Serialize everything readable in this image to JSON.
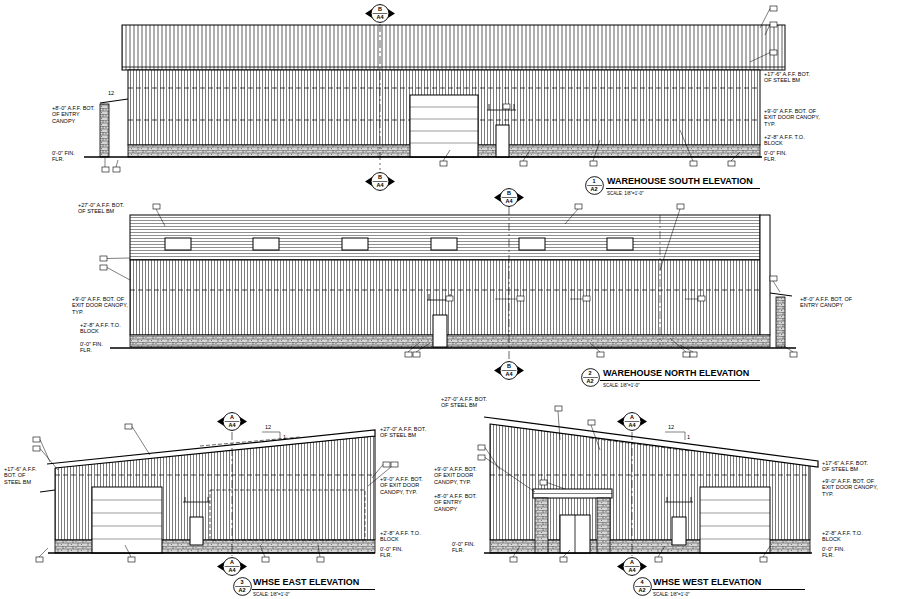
{
  "diagram": {
    "nodes": [
      {
        "text": [
          "B",
          "A4"
        ]
      },
      {
        "text": [
          "B",
          "A4"
        ]
      },
      {
        "text": [
          "1",
          "A2"
        ]
      },
      {
        "text": [
          "B",
          "A4"
        ]
      },
      {
        "text": [
          "B",
          "A4"
        ]
      },
      {
        "text": [
          "2",
          "A2"
        ]
      },
      {
        "text": [
          "A",
          "A4"
        ]
      },
      {
        "text": [
          "A",
          "A4"
        ]
      },
      {
        "text": [
          "A",
          "A4"
        ]
      },
      {
        "text": [
          "3",
          "A2"
        ]
      },
      {
        "text": [
          "A",
          "A4"
        ]
      },
      {
        "text": [
          "4",
          "A2"
        ]
      }
    ],
    "edges": [],
    "labels": [
      "12",
      "+8'-0\" A.F.F. BOT. OF ENTRY CANOPY",
      "0'-0\" FIN. FLR.",
      "+17'-6\" A.F.F. BOT. OF STEEL BM",
      "+9'-0\" A.F.F. BOT. OF EXIT DOOR CANOPY, TYP.",
      "+2'-8\" A.F.F. T.O. BLOCK",
      "0'-0\" FIN. FLR.",
      "WAREHOUSE SOUTH ELEVATION",
      "SCALE: 1/8\"=1'-0\"",
      "+27'-0\" A.F.F. BOT. OF STEEL BM",
      "+9'-0\" A.F.F. BOT. OF EXIT DOOR CANOPY, TYP.",
      "+2'-8\" A.F.F. T.O. BLOCK",
      "0'-0\" FIN. FLR.",
      "+8'-0\" A.F.F. BOT. OF ENTRY CANOPY",
      "WAREHOUSE NORTH ELEVATION",
      "SCALE: 1/8\"=1'-0\"",
      "+17'-6\" A.F.F. BOT. OF STEEL BM",
      "12",
      "1",
      "+27'-0\" A.F.F. BOT. OF STEEL BM",
      "+9'-0\" A.F.F. BOT. OF EXIT DOOR CANOPY, TYP.",
      "+2'-8\" A.F.F. T.O. BLOCK",
      "0'-0\" FIN. FLR.",
      "WHSE EAST ELEVATION",
      "SCALE: 1/8\"=1'-0\"",
      "+27'-0\" A.F.F. BOT. OF STEEL BM",
      "12",
      "1",
      "+9'-0\" A.F.F. BOT. OF EXIT DOOR CANOPY, TYP.",
      "+8'-0\" A.F.F. BOT. OF ENTRY CANOPY",
      "0'-0\" FIN. FLR.",
      "+17'-6\" A.F.F. BOT. OF STEEL BM",
      "+9'-0\" A.F.F. BOT. OF EXIT DOOR CANOPY, TYP.",
      "+2'-8\" A.F.F. T.O. BLOCK",
      "0'-0\" FIN. FLR.",
      "WHSE WEST ELEVATION",
      "SCALE: 1/8\"=1'-0\""
    ]
  }
}
